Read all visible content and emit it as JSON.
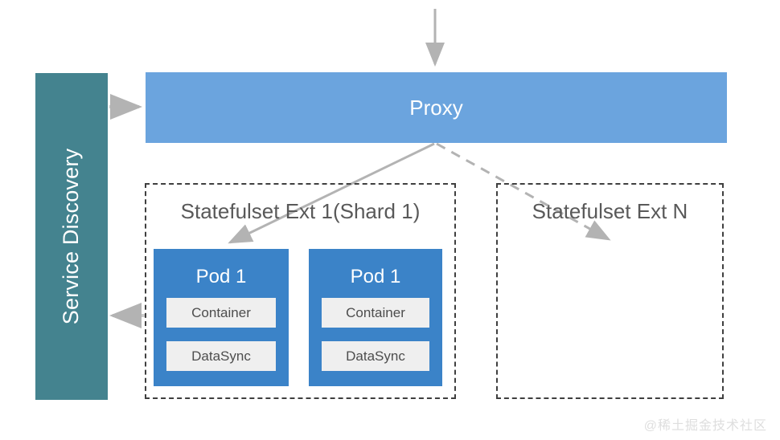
{
  "diagram": {
    "title": "Kubernetes sharded statefulset proxy architecture",
    "watermark": "@稀土掘金技术社区",
    "colors": {
      "service_discovery": "#44838F",
      "proxy": "#6BA4DE",
      "pod": "#3B83C8",
      "pod_slot": "#EFEFEF",
      "arrow": "#B3B3B3",
      "dashed_border": "#3F3F3F",
      "group_text": "#595959"
    },
    "service_discovery": {
      "label": "Service Discovery"
    },
    "proxy": {
      "label": "Proxy"
    },
    "groups": [
      {
        "id": "sts-1",
        "title": "Statefulset Ext 1(Shard 1)",
        "pods": [
          {
            "title": "Pod 1",
            "slots": [
              {
                "label": "Container"
              },
              {
                "label": "DataSync"
              }
            ]
          },
          {
            "title": "Pod 1",
            "slots": [
              {
                "label": "Container"
              },
              {
                "label": "DataSync"
              }
            ]
          }
        ]
      },
      {
        "id": "sts-n",
        "title": "Statefulset Ext N",
        "pods": []
      }
    ],
    "arrows": [
      {
        "id": "ingress-to-proxy",
        "style": "solid",
        "from": "external",
        "to": "proxy"
      },
      {
        "id": "service-discovery-to-proxy",
        "style": "solid",
        "from": "service-discovery",
        "to": "proxy"
      },
      {
        "id": "proxy-to-pod-1",
        "style": "solid",
        "from": "proxy",
        "to": "pod-1"
      },
      {
        "id": "proxy-to-statefulset-n",
        "style": "dashed",
        "from": "proxy",
        "to": "statefulset-ext-n"
      },
      {
        "id": "statefulset-1-to-service-discovery",
        "style": "solid",
        "from": "statefulset-ext-1",
        "to": "service-discovery"
      }
    ]
  }
}
